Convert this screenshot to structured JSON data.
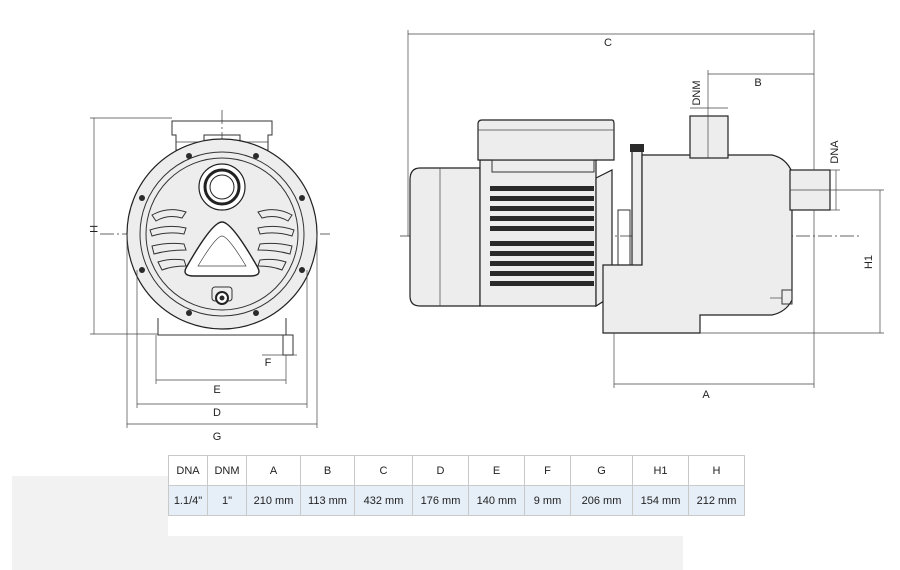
{
  "drawing": {
    "labels": {
      "H": "H",
      "E": "E",
      "D": "D",
      "G": "G",
      "F": "F",
      "C": "C",
      "B": "B",
      "DNM": "DNM",
      "DNA": "DNA",
      "H1": "H1",
      "A": "A"
    }
  },
  "table": {
    "headers": [
      "DNA",
      "DNM",
      "A",
      "B",
      "C",
      "D",
      "E",
      "F",
      "G",
      "H1",
      "H"
    ],
    "values": [
      "1.1/4\"",
      "1\"",
      "210 mm",
      "113 mm",
      "432 mm",
      "176 mm",
      "140 mm",
      "9 mm",
      "206 mm",
      "154 mm",
      "212 mm"
    ]
  },
  "colors": {
    "line": "#333333",
    "table_value_row": "#e6eef8",
    "table_border": "#c9c9c9"
  }
}
